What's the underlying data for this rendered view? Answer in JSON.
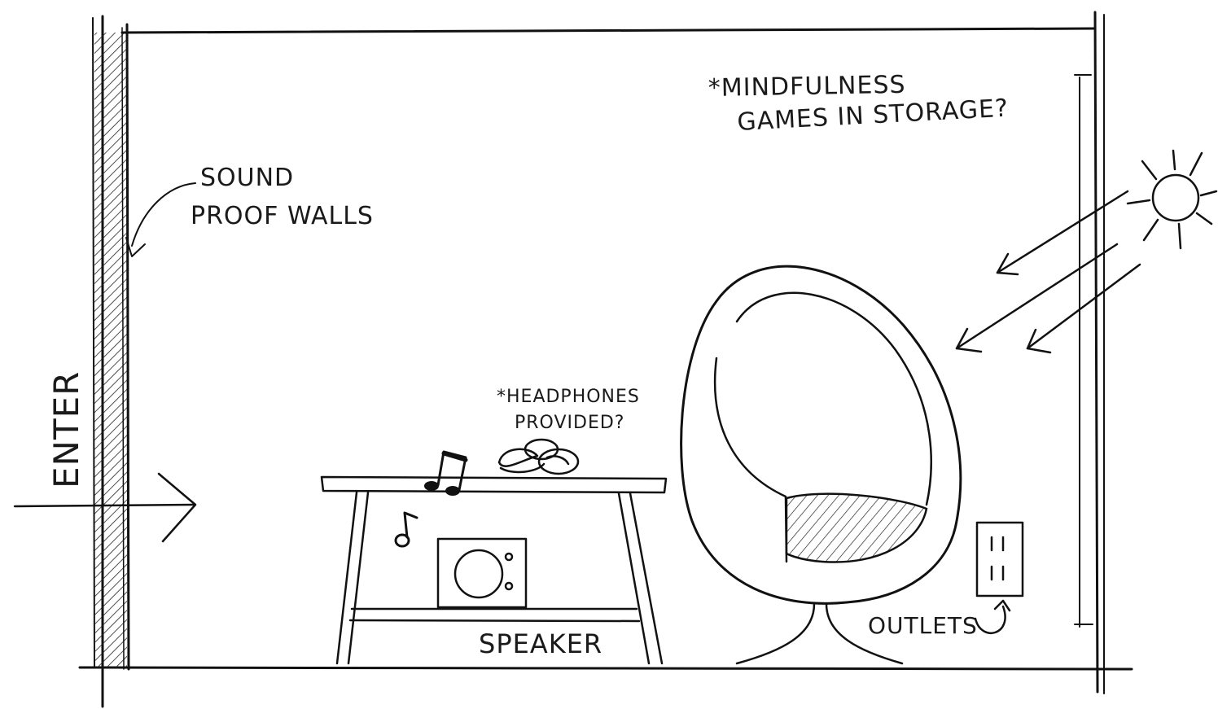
{
  "labels": {
    "sound_proof_line1": "SOUND",
    "sound_proof_line2": "PROOF WALLS",
    "enter": "ENTER",
    "mindfulness_line1": "*MINDFULNESS",
    "mindfulness_line2": "GAMES IN STORAGE?",
    "headphones_line1": "*HEADPHONES",
    "headphones_line2": "PROVIDED?",
    "speaker": "SPEAKER",
    "outlets": "OUTLETS"
  },
  "colors": {
    "ink": "#111111",
    "paper": "#ffffff"
  },
  "icons": [
    "sun-icon",
    "music-note-icon",
    "headphones-icon",
    "speaker-icon",
    "outlet-icon",
    "egg-chair-icon"
  ]
}
